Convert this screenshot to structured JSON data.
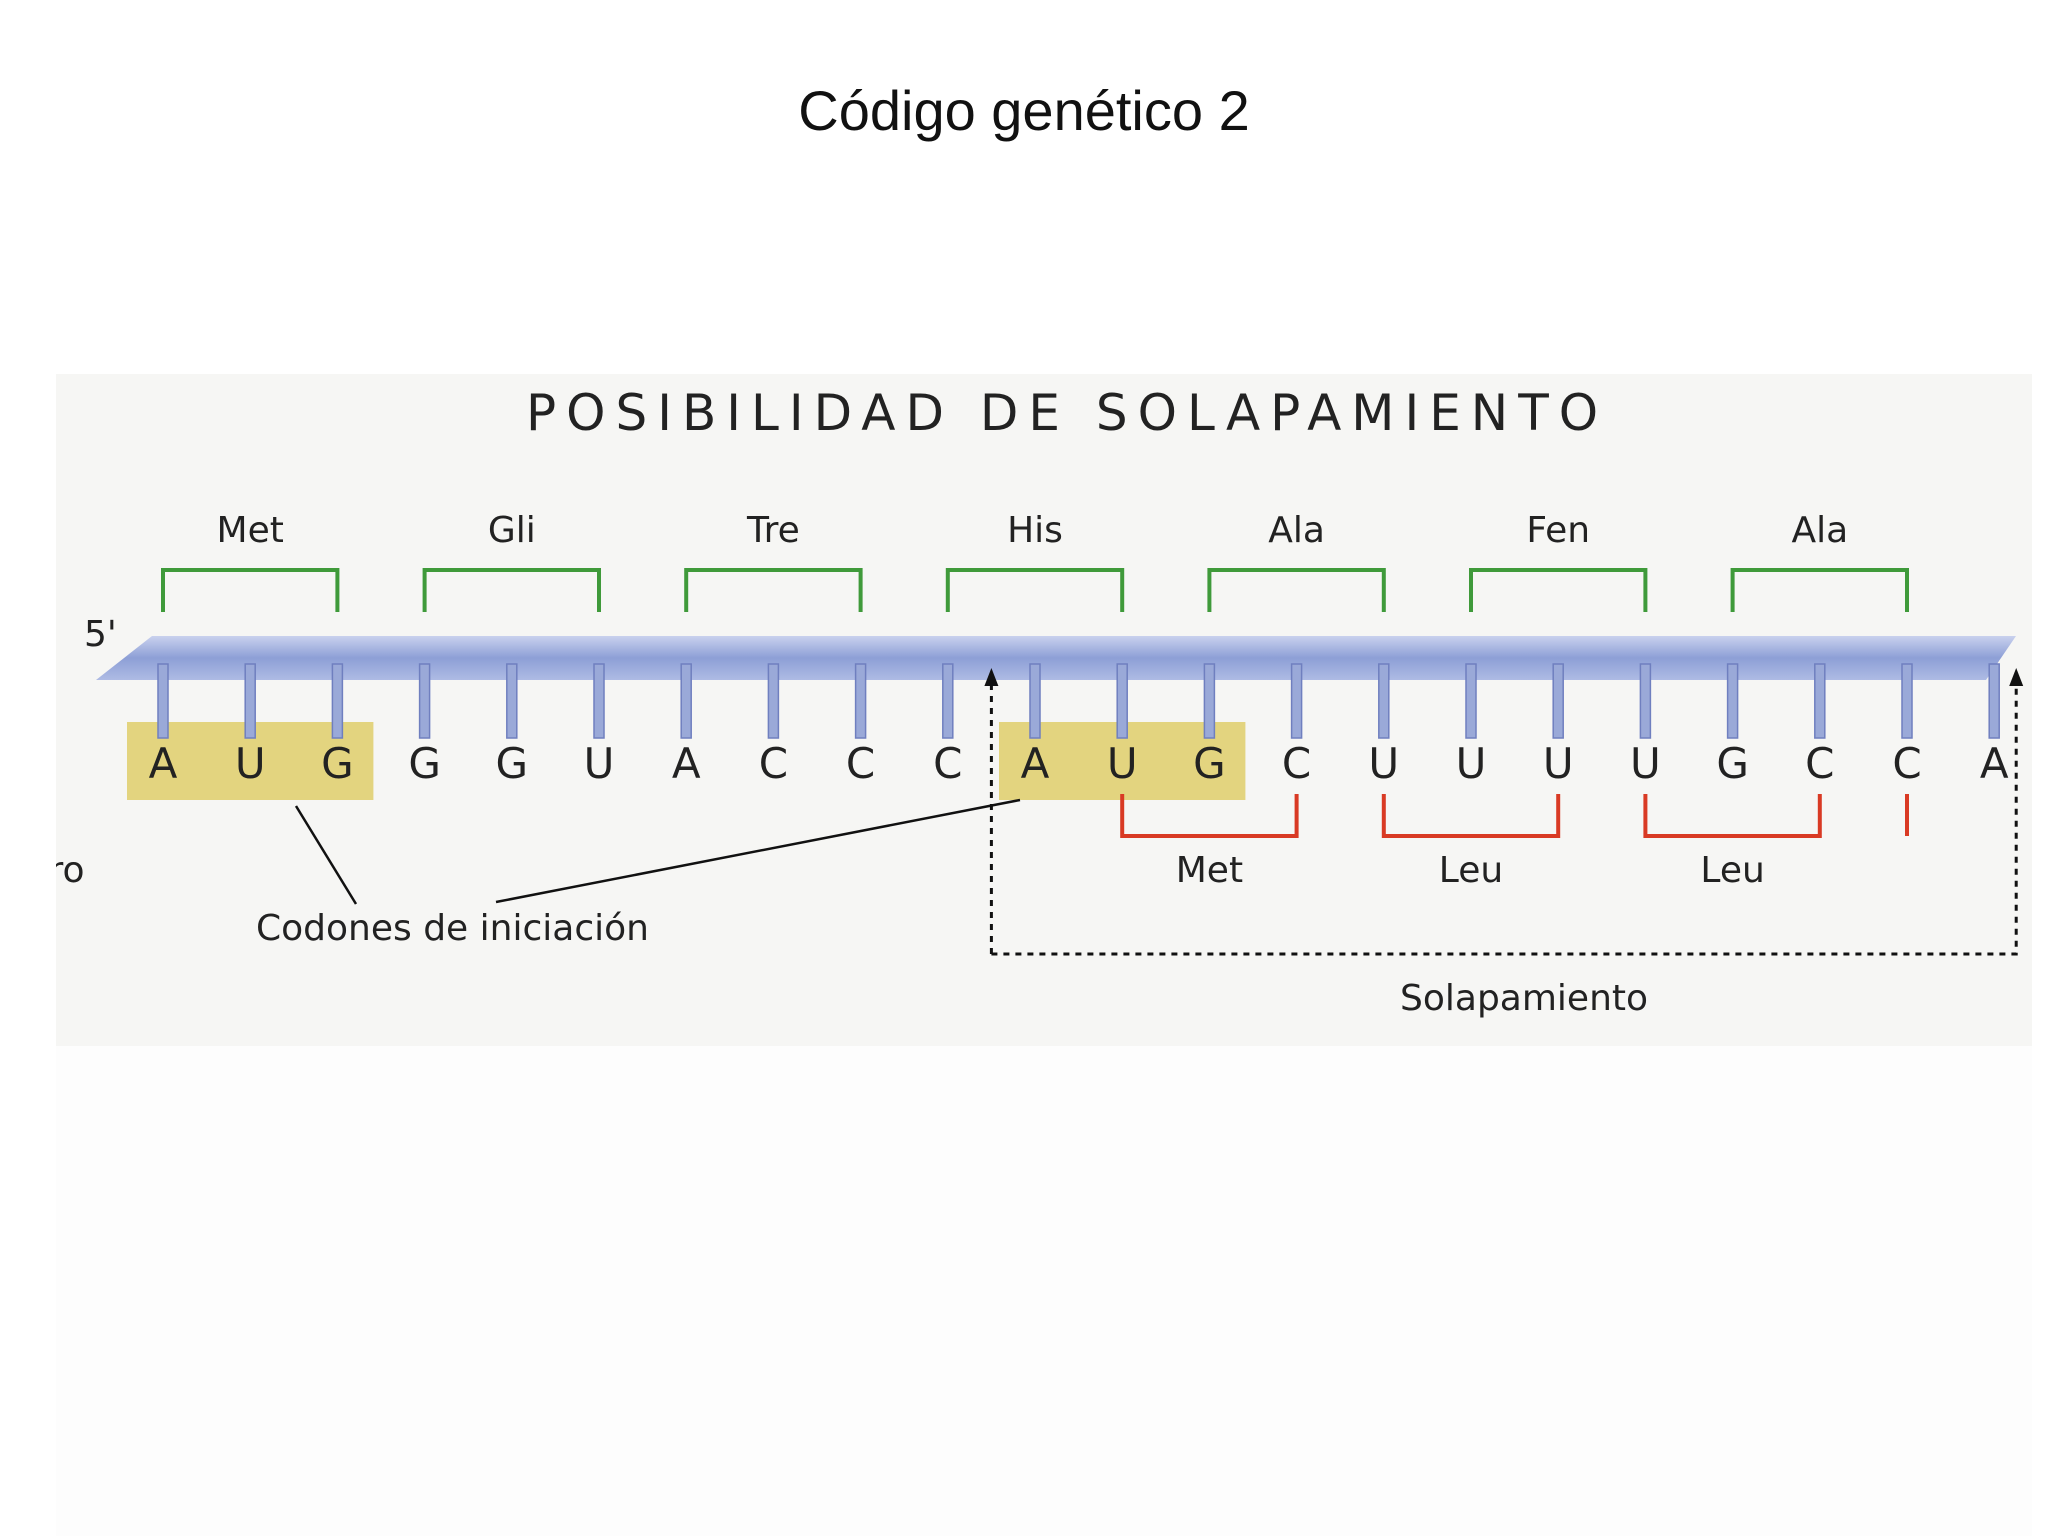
{
  "slide_title": "Código genético 2",
  "figure": {
    "heading": "POSIBILIDAD DE SOLAPAMIENTO",
    "five_prime": "5'",
    "sequence": [
      "A",
      "U",
      "G",
      "G",
      "G",
      "U",
      "A",
      "C",
      "C",
      "C",
      "A",
      "U",
      "G",
      "C",
      "U",
      "U",
      "U",
      "U",
      "G",
      "C",
      "C",
      "A"
    ],
    "top_frame": [
      "Met",
      "Gli",
      "Tre",
      "His",
      "Ala",
      "Fen",
      "Ala"
    ],
    "bottom_frame": [
      "Met",
      "Leu",
      "Leu",
      "Pro"
    ],
    "initiation_label": "Codones de iniciación",
    "overlap_label": "Solapamiento"
  },
  "colors": {
    "strand": "#9aa9d8",
    "top_bracket": "#3f9a3a",
    "bottom_bracket": "#d93a24",
    "start_highlight": "#e3d47f"
  }
}
